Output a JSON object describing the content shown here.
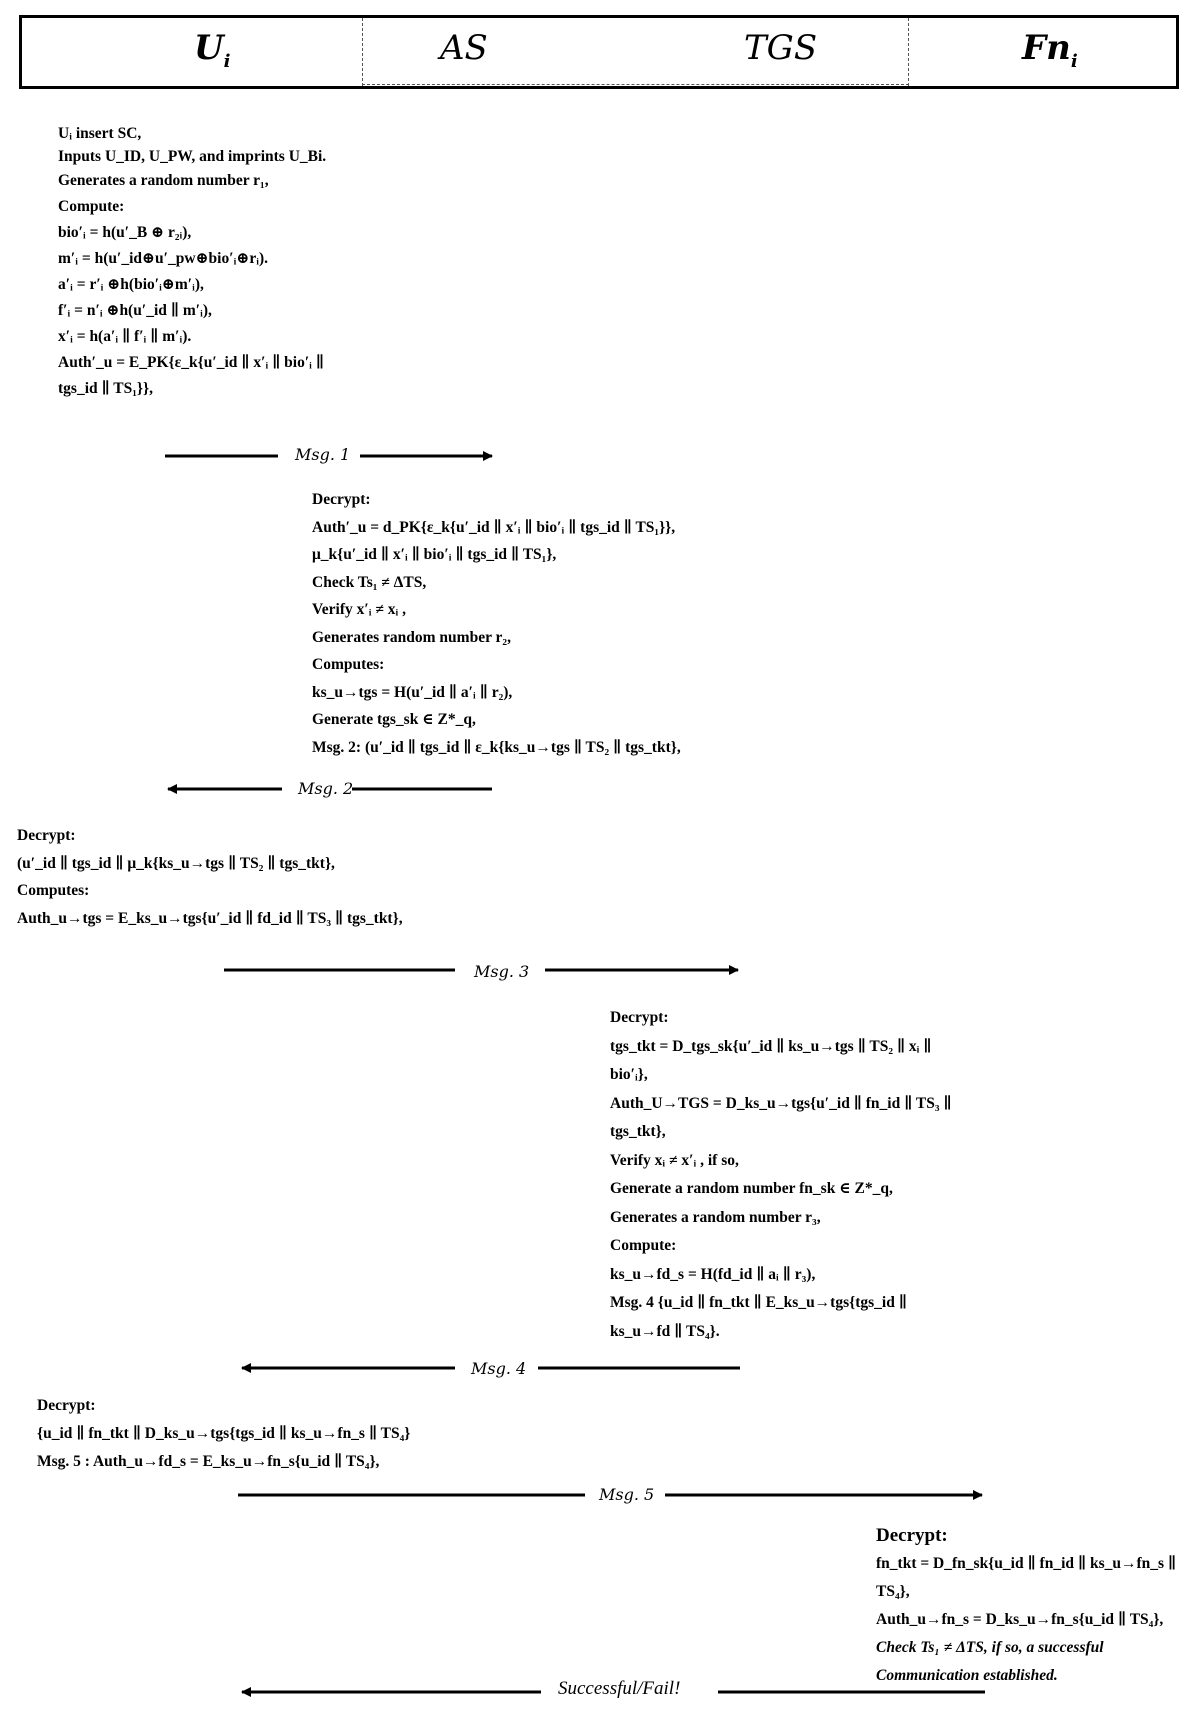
{
  "header": {
    "ui": "U",
    "ui_sub": "i",
    "as": "AS",
    "tgs": "TGS",
    "fn": "Fn",
    "fn_sub": "i"
  },
  "step1": {
    "lines": [
      "Uᵢ insert SC,",
      "Inputs U_ID, U_PW, and imprints U_Bi.",
      "Generates a random number r₁,",
      "Compute:",
      "bio′ᵢ = h(u′_B ⊕ r₂ᵢ),",
      "m′ᵢ = h(u′_id⊕u′_pw⊕bio′ᵢ⊕rᵢ).",
      "a′ᵢ = r′ᵢ ⊕h(bio′ᵢ⊕m′ᵢ),",
      "f′ᵢ = n′ᵢ ⊕h(u′_id ∥ m′ᵢ),",
      "x′ᵢ = h(a′ᵢ ∥ f′ᵢ ∥ m′ᵢ).",
      "Auth′_u = E_PK{ε_k{u′_id ∥ x′ᵢ ∥ bio′ᵢ ∥",
      "tgs_id ∥ TS₁}},"
    ]
  },
  "step2": {
    "lines": [
      "Decrypt:",
      "Auth′_u = d_PK{ε_k{u′_id ∥ x′ᵢ ∥ bio′ᵢ ∥ tgs_id ∥ TS₁}},",
      "μ_k{u′_id ∥ x′ᵢ ∥ bio′ᵢ ∥ tgs_id ∥ TS₁},",
      "Check Ts₁ ≠ ΔTS,",
      "Verify x′ᵢ ≠ xᵢ ,",
      "Generates random number r₂,",
      "Computes:",
      "ks_u→tgs = H(u′_id ∥ a′ᵢ ∥ r₂),",
      "Generate  tgs_sk ∈ Z*_q,",
      "Msg. 2: (u′_id ∥ tgs_id ∥ ε_k{ks_u→tgs ∥ TS₂ ∥ tgs_tkt},"
    ]
  },
  "step3": {
    "lines": [
      "Decrypt:",
      "(u′_id ∥ tgs_id ∥ μ_k{ks_u→tgs ∥ TS₂ ∥ tgs_tkt},",
      "Computes:",
      "Auth_u→tgs = E_ks_u→tgs{u′_id ∥ fd_id ∥ TS₃ ∥ tgs_tkt},"
    ]
  },
  "step4": {
    "lines": [
      "Decrypt:",
      "tgs_tkt = D_tgs_sk{u′_id ∥ ks_u→tgs ∥ TS₂ ∥ xᵢ ∥",
      "bio′ᵢ},",
      "Auth_U→TGS = D_ks_u→tgs{u′_id ∥ fn_id ∥ TS₃ ∥",
      "tgs_tkt},",
      "Verify xᵢ ≠ x′ᵢ , if so,",
      "Generate a random number fn_sk ∈ Z*_q,",
      "Generates a random number r₃,",
      "Compute:",
      "ks_u→fd_s = H(fd_id ∥ aᵢ ∥ r₃),",
      "Msg. 4 {u_id ∥ fn_tkt ∥ E_ks_u→tgs{tgs_id ∥",
      "ks_u→fd ∥ TS₄}."
    ]
  },
  "step5": {
    "lines": [
      "Decrypt:",
      "{u_id ∥ fn_tkt ∥ D_ks_u→tgs{tgs_id ∥ ks_u→fn_s ∥ TS₄}",
      "Msg. 5 : Auth_u→fd_s = E_ks_u→fn_s{u_id ∥ TS₄},"
    ]
  },
  "step6": {
    "lines": [
      "Decrypt:",
      "fn_tkt =  D_fn_sk{u_id ∥ fn_id ∥ ks_u→fn_s ∥",
      "TS₄},",
      "Auth_u→fn_s = D_ks_u→fn_s{u_id ∥ TS₄},",
      "Check Ts₁ ≠ ΔTS, if so, a successful",
      "Communication established."
    ]
  },
  "messages": {
    "msg1": "Msg. 1",
    "msg2": "Msg. 2",
    "msg3": "Msg. 3",
    "msg4": "Msg. 4",
    "msg5": "Msg. 5",
    "final": "Successful/Fail!"
  }
}
